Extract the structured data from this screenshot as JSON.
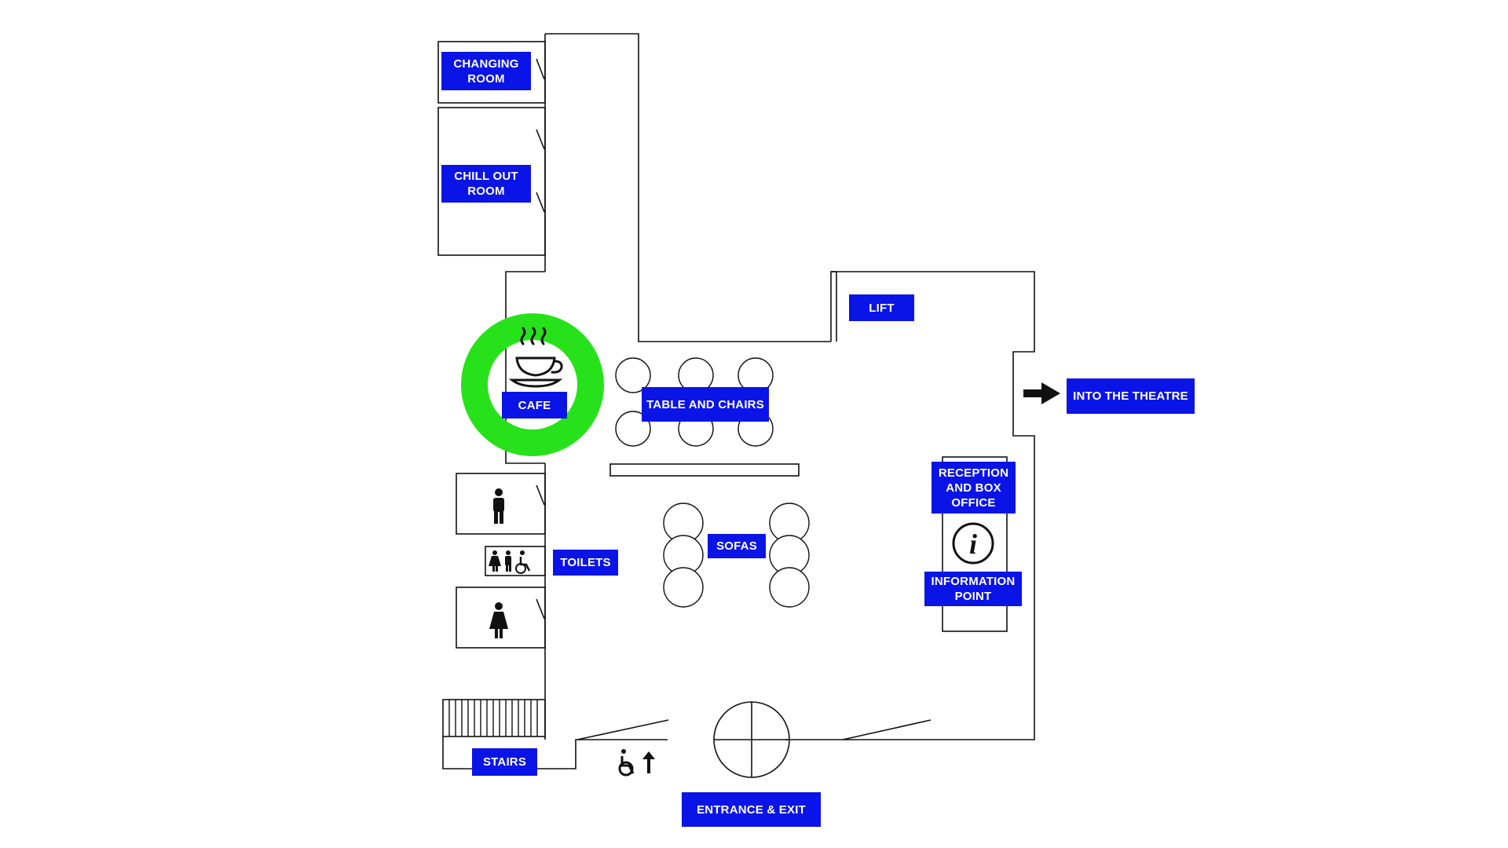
{
  "map": {
    "labels": {
      "changing_room": [
        "CHANGING",
        "ROOM"
      ],
      "chill_out_room": [
        "CHILL OUT",
        "ROOM"
      ],
      "cafe": "CAFE",
      "table_and_chairs": "TABLE AND CHAIRS",
      "lift": "LIFT",
      "into_the_theatre": "INTO THE THEATRE",
      "reception": [
        "RECEPTION",
        "AND BOX",
        "OFFICE"
      ],
      "information_point": [
        "INFORMATION",
        "POINT"
      ],
      "sofas": "SOFAS",
      "toilets": "TOILETS",
      "stairs": "STAIRS",
      "entrance_exit": "ENTRANCE & EXIT"
    },
    "icons": {
      "cafe": "coffee-cup-icon",
      "male_toilet": "male-toilet-icon",
      "female_toilet": "female-toilet-icon",
      "accessible_toilet": "accessible-toilet-icon",
      "information": "information-icon",
      "theatre_direction": "right-arrow-icon",
      "accessible_entrance": "wheelchair-entrance-icon"
    },
    "colors": {
      "label_background": "#0a14e6",
      "label_text": "#ffffff",
      "highlight_ring": "#27e21a",
      "walls": "#111111"
    },
    "highlight": "cafe"
  }
}
